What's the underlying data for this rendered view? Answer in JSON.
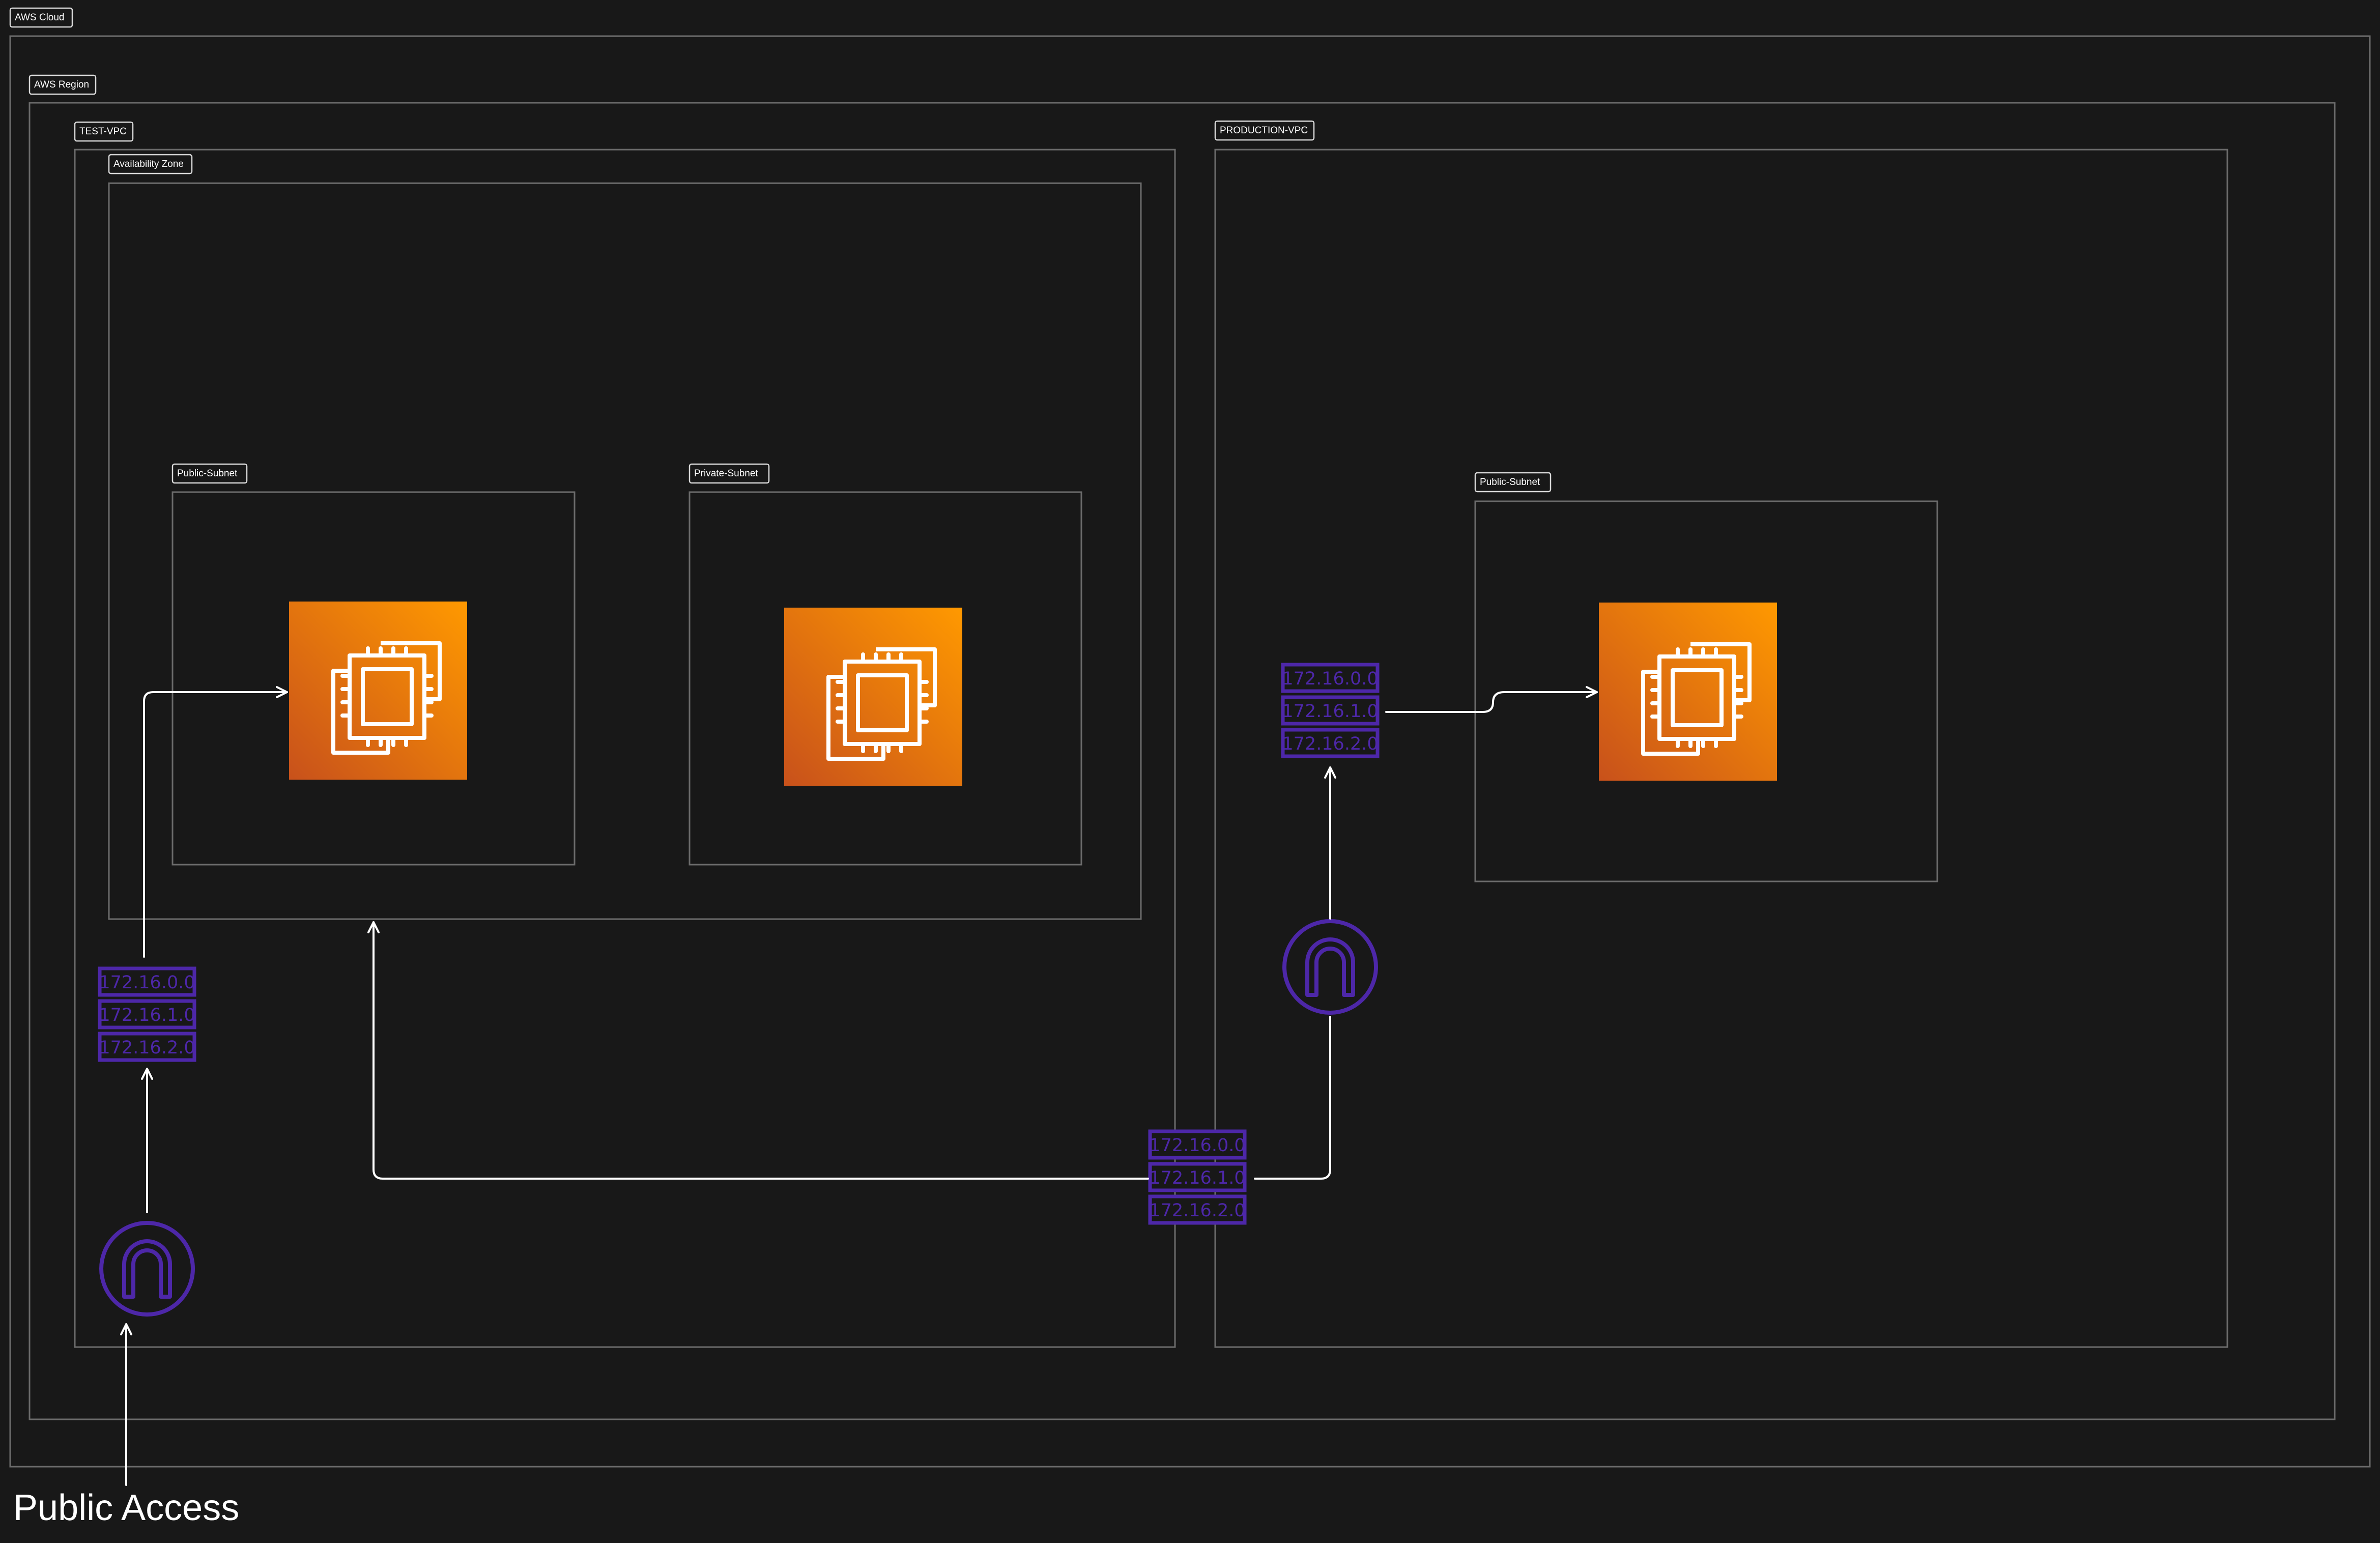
{
  "groups": {
    "aws_cloud": "AWS Cloud",
    "aws_region": "AWS Region",
    "test_vpc": "TEST-VPC",
    "availability_zone": "Availability Zone",
    "test_public_subnet": "Public-Subnet",
    "test_private_subnet": "Private-Subnet",
    "production_vpc": "PRODUCTION-VPC",
    "production_public_subnet": "Public-Subnet"
  },
  "route_tables": {
    "entries": [
      "172.16.0.0",
      "172.16.1.0",
      "172.16.2.0"
    ]
  },
  "icons": {
    "ec2": "ec2-instance-icon",
    "route_table": "route-table-icon",
    "internet_gateway": "internet-gateway-icon"
  },
  "colors": {
    "background": "#181818",
    "ec2_gradient_start": "#c8511b",
    "ec2_gradient_end": "#ff9900",
    "network_purple": "#4d27a8",
    "connector": "#ffffff"
  },
  "caption": "Public Access"
}
